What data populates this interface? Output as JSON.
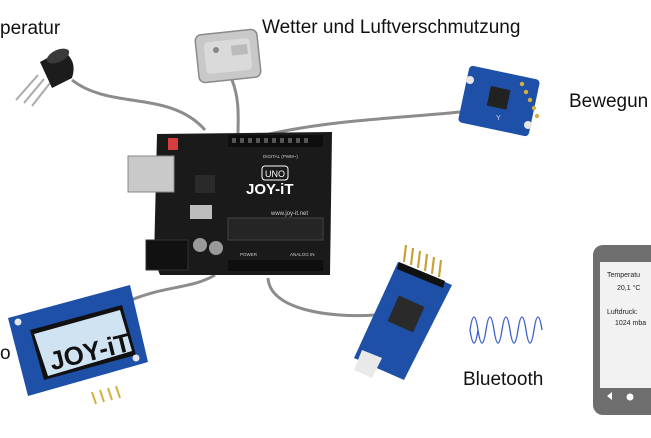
{
  "labels": {
    "temperature": "peratur",
    "weather": "Wetter und Luftverschmutzung",
    "motion": "Bewegun",
    "bluetooth": "Bluetooth",
    "display": "o"
  },
  "board": {
    "logo": "JOY-iT",
    "model": "UNO",
    "url": "www.joy-it.net",
    "digital_label": "DIGITAL (PWM~)",
    "power_label": "POWER",
    "analog_label": "ANALOG IN"
  },
  "oled": {
    "text": "JOY-iT"
  },
  "phone": {
    "temp_label": "Temperatu",
    "temp_value": "20,1 °C",
    "pressure_label": "Luftdruck:",
    "pressure_value": "1024 mba"
  },
  "colors": {
    "board": "#1a1a1a",
    "pcb_blue": "#1e50a8",
    "cable": "#8c8c8c",
    "phone": "#6e6e6e",
    "wave": "#3a5fcd"
  }
}
